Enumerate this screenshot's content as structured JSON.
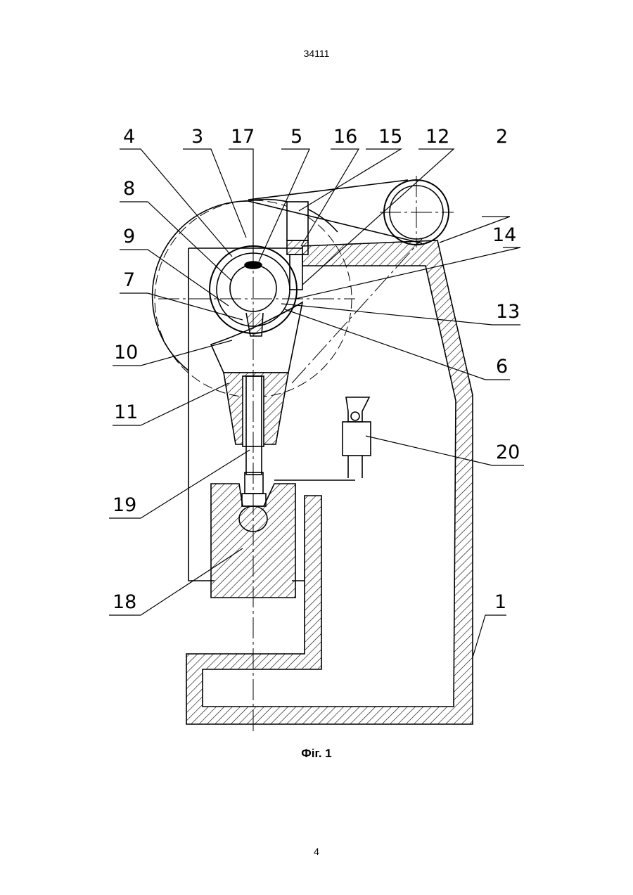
{
  "header": {
    "doc_number": "34111"
  },
  "figure": {
    "caption": "Фіг. 1",
    "labels": {
      "l4": "4",
      "l3": "3",
      "l17": "17",
      "l5": "5",
      "l16": "16",
      "l15": "15",
      "l12": "12",
      "l2": "2",
      "l8": "8",
      "l14": "14",
      "l9": "9",
      "l7": "7",
      "l13": "13",
      "l10": "10",
      "l6": "6",
      "l11": "11",
      "l20": "20",
      "l19": "19",
      "l18": "18",
      "l1": "1"
    }
  },
  "footer": {
    "page_number": "4"
  }
}
